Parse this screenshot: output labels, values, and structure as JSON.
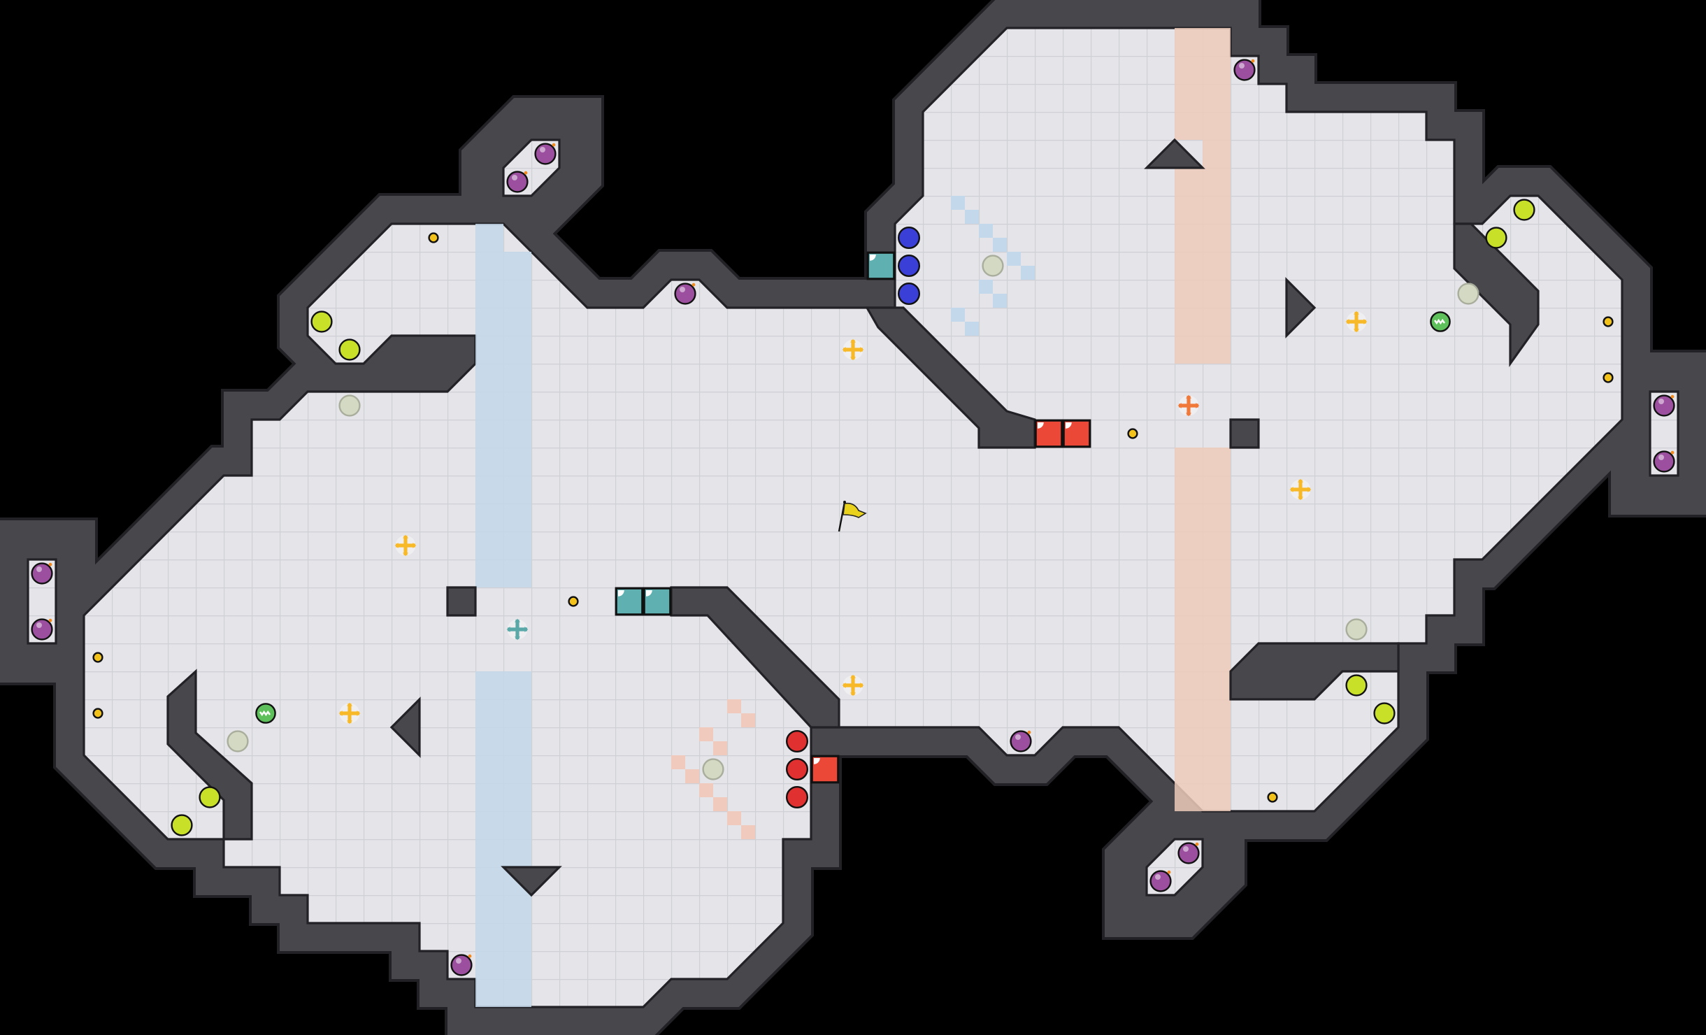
{
  "level": {
    "palette": {
      "background": "#000000",
      "wall": "#48474c",
      "wall_edge": "#222226",
      "floor": "#e4e4e9",
      "floor_grid": "#cfcfd6",
      "blue_stripe": "#c3d8ea",
      "orange_stripe": "#efcbbb",
      "blue_checker": "#c3d8ea",
      "red_checker": "#f0cbbd",
      "bomb": "#9b4f9e",
      "lime_orb": "#c8e027",
      "gold_coin": "#f2c21b",
      "pale_orb": "#d3d9c3",
      "spring_orb": "#5ec05a",
      "yellow_cross": "#f7b928",
      "orange_cross": "#f07838",
      "teal_cross": "#5aa9a8",
      "blue_switch": "#3a3fd8",
      "red_switch": "#e03030",
      "teal_door": "#5fb0b0",
      "red_door": "#ec4838",
      "flag": "#e8d21e"
    },
    "entity_types": [
      "bomb",
      "lime-orb",
      "gold-coin",
      "pale-orb",
      "spring-orb",
      "yellow-cross",
      "orange-cross",
      "teal-cross",
      "blue-switch",
      "red-switch",
      "teal-door",
      "red-door",
      "goal-flag"
    ]
  }
}
